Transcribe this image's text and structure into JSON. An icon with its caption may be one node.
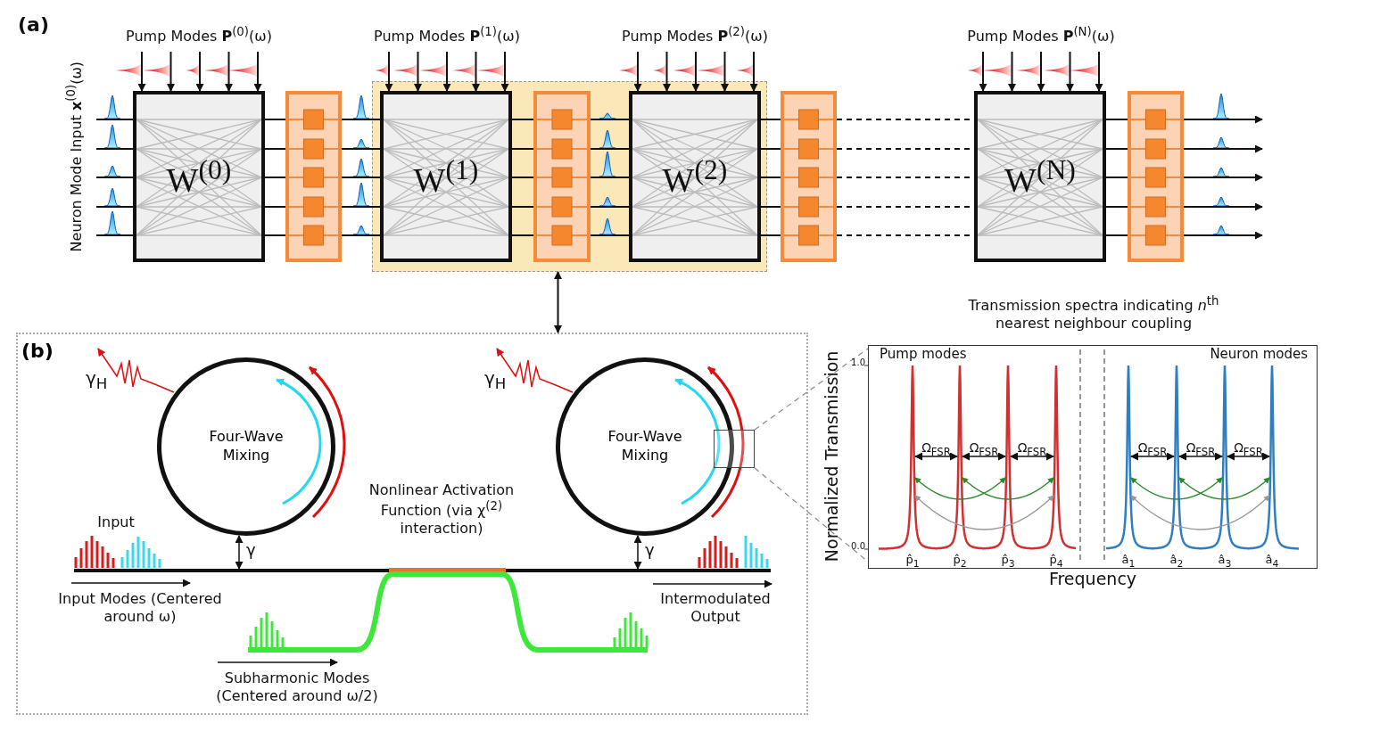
{
  "diagram": {
    "nodes": [
      {
        "text": [
          "Pump Modes **P**$^{(0)}$(ω)"
        ]
      },
      {
        "text": [
          "Pump Modes **P**$^{(1)}$(ω)"
        ]
      },
      {
        "text": [
          "Pump Modes **P**$^{(2)}$(ω)"
        ]
      },
      {
        "text": [
          "Pump Modes **P**$^{(N)}$(ω)"
        ]
      },
      {
        "text": [
          "W$^{(0)}$"
        ]
      },
      {
        "text": [],
        "shape": "box"
      },
      {
        "text": [],
        "shape": "box"
      },
      {
        "text": [
          "W$^{(1)}$"
        ],
        "in": 6
      },
      {
        "text": [],
        "shape": "box",
        "in": 6
      },
      {
        "text": [
          "W$^{(2)}$"
        ],
        "in": 6
      },
      {
        "text": [],
        "shape": "box"
      },
      {
        "text": [
          "W$^{(N)}$"
        ]
      },
      {
        "text": [],
        "shape": "box"
      },
      {
        "text": [
          "(b)"
        ]
      },
      {
        "text": [
          "Four-Wave Mixing"
        ],
        "in": 13
      },
      {
        "text": [
          "Four-Wave Mixing"
        ],
        "in": 13
      },
      {
        "text": [],
        "shape": "box",
        "in": 13
      },
      {
        "text": [],
        "shape": "box"
      },
      {
        "text": [],
        "shape": "bar",
        "in": 13
      }
    ],
    "edges": [
      {
        "from": 0,
        "to": 4,
        "arrow": "to"
      },
      {
        "from": 0,
        "to": 4,
        "arrow": "to"
      },
      {
        "from": 0,
        "to": 4,
        "arrow": "to"
      },
      {
        "from": 0,
        "to": 4,
        "arrow": "to"
      },
      {
        "from": 0,
        "to": 4,
        "arrow": "to"
      },
      {
        "from": 1,
        "to": 7,
        "arrow": "to"
      },
      {
        "from": 1,
        "to": 7,
        "arrow": "to"
      },
      {
        "from": 1,
        "to": 7,
        "arrow": "to"
      },
      {
        "from": 1,
        "to": 7,
        "arrow": "to"
      },
      {
        "from": 1,
        "to": 7,
        "arrow": "to"
      },
      {
        "from": 2,
        "to": 9,
        "arrow": "to"
      },
      {
        "from": 2,
        "to": 9,
        "arrow": "to"
      },
      {
        "from": 2,
        "to": 9,
        "arrow": "to"
      },
      {
        "from": 2,
        "to": 9,
        "arrow": "to"
      },
      {
        "from": 2,
        "to": 9,
        "arrow": "to"
      },
      {
        "from": 3,
        "to": 11,
        "arrow": "to"
      },
      {
        "from": 3,
        "to": 11,
        "arrow": "to"
      },
      {
        "from": 3,
        "to": 11,
        "arrow": "to"
      },
      {
        "from": 3,
        "to": 11,
        "arrow": "to"
      },
      {
        "from": 3,
        "to": 11,
        "arrow": "to"
      },
      {
        "from": null,
        "to": 4,
        "arrow": "none"
      },
      {
        "from": null,
        "to": 4,
        "arrow": "none"
      },
      {
        "from": null,
        "to": 4,
        "arrow": "none"
      },
      {
        "from": null,
        "to": 4,
        "arrow": "none"
      },
      {
        "from": null,
        "to": 4,
        "arrow": "none"
      },
      {
        "from": 4,
        "to": 5,
        "arrow": "none"
      },
      {
        "from": 4,
        "to": 5,
        "arrow": "none"
      },
      {
        "from": 4,
        "to": 5,
        "arrow": "none"
      },
      {
        "from": 4,
        "to": 5,
        "arrow": "none"
      },
      {
        "from": 4,
        "to": 5,
        "arrow": "none"
      },
      {
        "from": 5,
        "to": 7,
        "arrow": "none"
      },
      {
        "from": 5,
        "to": 7,
        "arrow": "none"
      },
      {
        "from": 5,
        "to": 7,
        "arrow": "none"
      },
      {
        "from": 5,
        "to": 7,
        "arrow": "none"
      },
      {
        "from": 5,
        "to": 7,
        "arrow": "none"
      },
      {
        "from": 7,
        "to": 8,
        "arrow": "none"
      },
      {
        "from": 7,
        "to": 8,
        "arrow": "none"
      },
      {
        "from": 7,
        "to": 8,
        "arrow": "none"
      },
      {
        "from": 7,
        "to": 8,
        "arrow": "none"
      },
      {
        "from": 7,
        "to": 8,
        "arrow": "none"
      },
      {
        "from": 8,
        "to": 9,
        "arrow": "none"
      },
      {
        "from": 8,
        "to": 9,
        "arrow": "none"
      },
      {
        "from": 8,
        "to": 9,
        "arrow": "none"
      },
      {
        "from": 8,
        "to": 9,
        "arrow": "none"
      },
      {
        "from": 8,
        "to": 9,
        "arrow": "none"
      },
      {
        "from": 9,
        "to": 10,
        "arrow": "none"
      },
      {
        "from": 9,
        "to": 10,
        "arrow": "none"
      },
      {
        "from": 9,
        "to": 10,
        "arrow": "none"
      },
      {
        "from": 9,
        "to": 10,
        "arrow": "none"
      },
      {
        "from": 9,
        "to": 10,
        "arrow": "none"
      },
      {
        "from": 10,
        "to": 11,
        "arrow": "none",
        "style": "dashed"
      },
      {
        "from": 10,
        "to": 11,
        "arrow": "none",
        "style": "dashed"
      },
      {
        "from": 10,
        "to": 11,
        "arrow": "none",
        "style": "dashed"
      },
      {
        "from": 10,
        "to": 11,
        "arrow": "none",
        "style": "dashed"
      },
      {
        "from": 10,
        "to": 11,
        "arrow": "none",
        "style": "dashed"
      },
      {
        "from": 11,
        "to": 12,
        "arrow": "none"
      },
      {
        "from": 11,
        "to": 12,
        "arrow": "none"
      },
      {
        "from": 11,
        "to": 12,
        "arrow": "none"
      },
      {
        "from": 11,
        "to": 12,
        "arrow": "none"
      },
      {
        "from": 11,
        "to": 12,
        "arrow": "none"
      },
      {
        "from": 12,
        "to": null,
        "arrow": "to"
      },
      {
        "from": 12,
        "to": null,
        "arrow": "to"
      },
      {
        "from": 12,
        "to": null,
        "arrow": "to"
      },
      {
        "from": 12,
        "to": null,
        "arrow": "to"
      },
      {
        "from": 12,
        "to": null,
        "arrow": "to"
      },
      {
        "from": 6,
        "to": 13,
        "arrow": "both"
      },
      {
        "from": 16,
        "to": 17,
        "arrow": "none",
        "style": "dashed",
        "color": "#888888"
      },
      {
        "from": 16,
        "to": 17,
        "arrow": "none",
        "style": "dashed",
        "color": "#888888"
      },
      {
        "from": 14,
        "to": null,
        "arrow": "to",
        "label": "γ$_{H}$",
        "color": "#e01010"
      },
      {
        "from": 15,
        "to": null,
        "arrow": "to",
        "label": "γ$_{H}$",
        "color": "#e01010"
      },
      {
        "from": 14,
        "to": 18,
        "arrow": "both",
        "label": "γ"
      },
      {
        "from": 15,
        "to": 18,
        "arrow": "both",
        "label": "γ"
      }
    ],
    "labels": [
      "(a)",
      "Neuron Mode Input **x**$^{(0)}$(ω)",
      "Input",
      "Nonlinear Activation Function (via χ$^{(2)}$ interaction)",
      "Input Modes (Centered around ω)",
      "Intermodulated Output",
      "Subharmonic Modes (Centered around ω/2)",
      "Transmission spectra indicating *n*$^{th}$ nearest neighbour coupling",
      "Normalized Transmission",
      "1.0",
      "0.0",
      "Pump modes",
      "Neuron modes",
      "Ω$_{FSR}$",
      "Ω$_{FSR}$",
      "Ω$_{FSR}$",
      "Ω$_{FSR}$",
      "Ω$_{FSR}$",
      "Ω$_{FSR}$",
      "p̂$_{1}$",
      "p̂$_{2}$",
      "p̂$_{3}$",
      "p̂$_{4}$",
      "â$_{1}$",
      "â$_{2}$",
      "â$_{3}$",
      "â$_{4}$",
      "Frequency"
    ]
  }
}
